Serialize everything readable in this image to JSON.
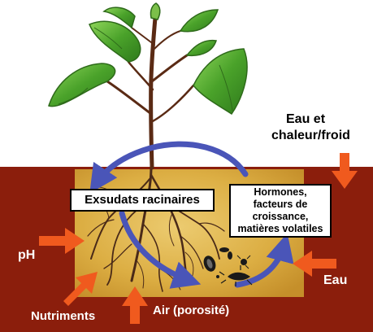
{
  "labels": {
    "top_right_line1": "Eau et",
    "top_right_line2": "chaleur/froid",
    "exudates": "Exsudats racinaires",
    "hormones": [
      "Hormones,",
      "facteurs de",
      "croissance,",
      "matières volatiles"
    ],
    "ph": "pH",
    "nutrients": "Nutriments",
    "air": "Air (porosité)",
    "water": "Eau"
  },
  "colors": {
    "soil_dark": "#8b1e0c",
    "rhizosphere": "#d8a83a",
    "rhizosphere_light": "#e6c060",
    "arrow_orange": "#f05a1e",
    "cycle_arrow": "#4a55b8",
    "leaf": "#4aa22a",
    "leaf_dark": "#2e6a1a",
    "stem": "#5a2a14",
    "root": "#4a2a18"
  },
  "icons": {
    "microbes": "microorganism-icons"
  }
}
